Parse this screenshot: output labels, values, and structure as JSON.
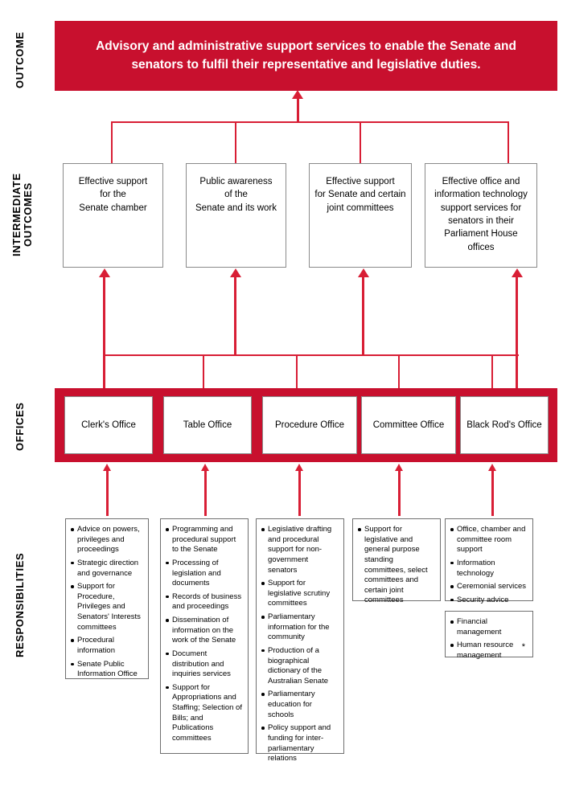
{
  "colors": {
    "primary_red": "#C8102E",
    "connector_red": "#D81E35",
    "box_border": "#8a8a8a",
    "text": "#000000",
    "banner_text": "#ffffff"
  },
  "rails": {
    "outcome": "OUTCOME",
    "intermediate": "INTERMEDIATE\nOUTCOMES",
    "offices": "OFFICES",
    "responsibilities": "RESPONSIBILITIES"
  },
  "outcome": {
    "text": "Advisory and administrative support services to enable the Senate and senators to fulfil their representative and legislative duties."
  },
  "intermediate_outcomes": [
    {
      "text": "Effective support\nfor the\nSenate chamber"
    },
    {
      "text": "Public awareness\nof the\nSenate and its work"
    },
    {
      "text": "Effective support\nfor Senate and certain\njoint committees"
    },
    {
      "text": "Effective office and\ninformation technology\nsupport services for\nsenators in their\nParliament House offices"
    }
  ],
  "offices": [
    {
      "name": "Clerk's Office"
    },
    {
      "name": "Table Office"
    },
    {
      "name": "Procedure Office"
    },
    {
      "name": "Committee Office"
    },
    {
      "name": "Black Rod's Office"
    }
  ],
  "responsibilities": [
    {
      "office": "Clerk's Office",
      "items": [
        "Advice on powers, privileges and proceedings",
        "Strategic direction and governance",
        "Support for Procedure, Privileges and Senators' Interests committees",
        "Procedural information",
        "Senate Public Information Office"
      ]
    },
    {
      "office": "Table Office",
      "items": [
        "Programming and procedural support to the Senate",
        "Processing of legislation and documents",
        "Records of business and proceedings",
        "Dissemination of information on the work of the Senate",
        "Document distribution and inquiries services",
        "Support for Appropriations and Staffing; Selection of Bills; and Publications committees"
      ]
    },
    {
      "office": "Procedure Office",
      "items": [
        "Legislative drafting and procedural support for non-government senators",
        "Support for legislative scrutiny committees",
        "Parliamentary information for the community",
        "Production of a biographical dictionary of the Australian Senate",
        "Parliamentary education for schools",
        "Policy support and funding for inter-parliamentary relations"
      ]
    },
    {
      "office": "Committee Office",
      "items": [
        "Support for legislative and general purpose standing committees, select committees and certain joint committees"
      ]
    },
    {
      "office": "Black Rod's Office",
      "items": [
        "Office, chamber and committee room support",
        "Information technology",
        "Ceremonial services",
        "Security advice"
      ]
    }
  ],
  "responsibilities_extra": {
    "office": "Black Rod's Office",
    "items": [
      "Financial management",
      "Human resource management"
    ],
    "footnote_marker": "*"
  }
}
